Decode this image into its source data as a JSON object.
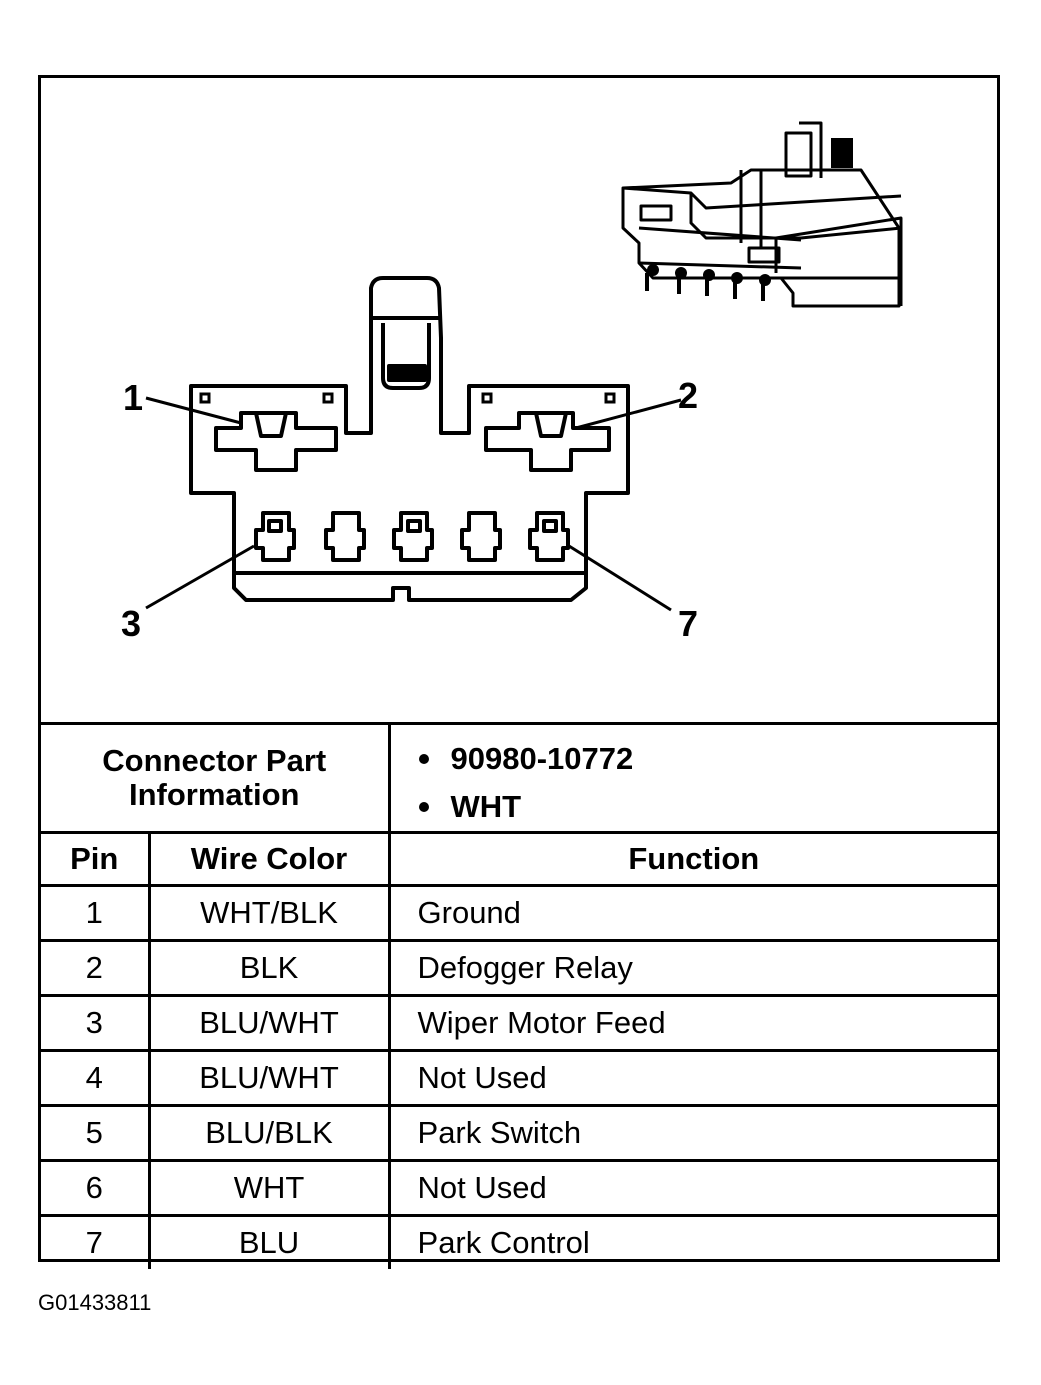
{
  "diagram": {
    "pin_labels": [
      "1",
      "2",
      "3",
      "7"
    ]
  },
  "connector_info": {
    "label_line1": "Connector Part",
    "label_line2": "Information",
    "items": [
      "90980-10772",
      "WHT"
    ]
  },
  "table": {
    "headers": [
      "Pin",
      "Wire Color",
      "Function"
    ],
    "rows": [
      {
        "pin": "1",
        "color": "WHT/BLK",
        "function": "Ground"
      },
      {
        "pin": "2",
        "color": "BLK",
        "function": "Defogger Relay"
      },
      {
        "pin": "3",
        "color": "BLU/WHT",
        "function": "Wiper Motor Feed"
      },
      {
        "pin": "4",
        "color": "BLU/WHT",
        "function": "Not Used"
      },
      {
        "pin": "5",
        "color": "BLU/BLK",
        "function": "Park Switch"
      },
      {
        "pin": "6",
        "color": "WHT",
        "function": "Not Used"
      },
      {
        "pin": "7",
        "color": "BLU",
        "function": "Park Control"
      }
    ]
  },
  "footer": {
    "code": "G01433811"
  }
}
